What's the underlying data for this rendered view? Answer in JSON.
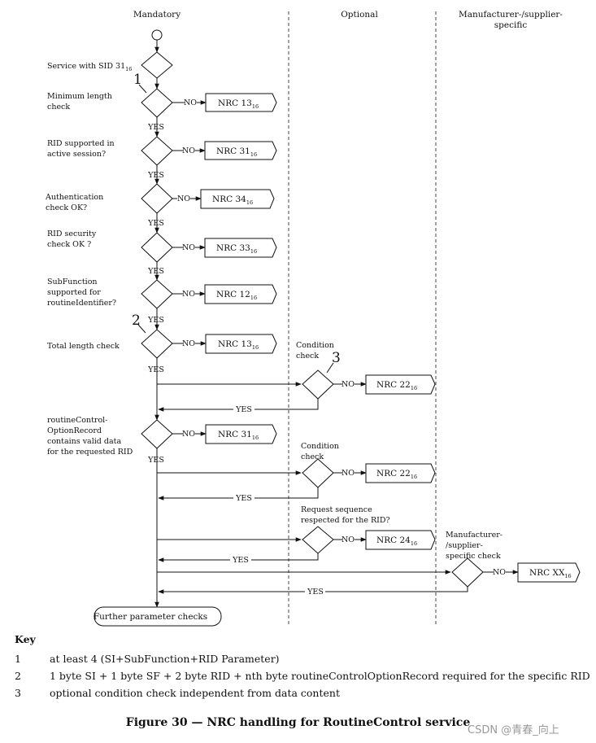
{
  "columns": {
    "mandatory": "Mandatory",
    "optional": "Optional",
    "manufacturer_line1": "Manufacturer-/supplier-",
    "manufacturer_line2": "specific"
  },
  "labels": {
    "no": "NO",
    "yes": "YES",
    "end_box": "Further parameter checks"
  },
  "checks": {
    "service": "Service with SID 31",
    "min_len_1": "Minimum length",
    "min_len_2": "check",
    "rid_sup_1": "RID supported in",
    "rid_sup_2": "active session?",
    "auth_1": "Authentication",
    "auth_2": "check OK?",
    "rid_sec_1": "RID  security",
    "rid_sec_2": "check OK ?",
    "subfn_1": "SubFunction",
    "subfn_2": "supported for",
    "subfn_3": "routineIdentifier?",
    "total_len": "Total length check",
    "rcor_1": "routineControl-",
    "rcor_2": "OptionRecord",
    "rcor_3": "contains valid data",
    "rcor_4": "for the requested RID",
    "cond1_1": "Condition",
    "cond1_2": "check",
    "cond2_1": "Condition",
    "cond2_2": "check",
    "req_seq_1": "Request sequence",
    "req_seq_2": "respected for the RID?",
    "manuf_1": "Manufacturer-",
    "manuf_2": "/supplier-",
    "manuf_3": "specific check"
  },
  "nrc": {
    "prefix": "NRC ",
    "min_len": "13",
    "rid_sup": "31",
    "auth": "34",
    "rid_sec": "33",
    "subfn": "12",
    "total_len": "13",
    "rcor": "31",
    "cond1": "22",
    "cond2": "22",
    "req_seq": "24",
    "manuf": "XX",
    "subscript": "16"
  },
  "markers": {
    "m1": "1",
    "m2": "2",
    "m3": "3"
  },
  "key": {
    "title": "Key",
    "items": [
      {
        "num": "1",
        "text": "at least 4 (SI+SubFunction+RID Parameter)"
      },
      {
        "num": "2",
        "text": "1 byte SI + 1 byte SF + 2 byte RID + nth byte routineControlOptionRecord required for the specific RID"
      },
      {
        "num": "3",
        "text": "optional condition check independent from data content"
      }
    ]
  },
  "caption": "Figure 30 — NRC handling for RoutineControl service",
  "watermark": "CSDN @青春_向上"
}
